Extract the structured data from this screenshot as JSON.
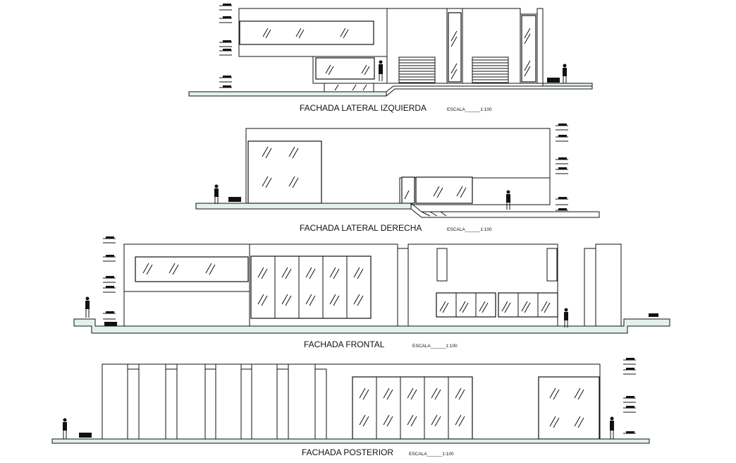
{
  "drawing": {
    "accent_color": "#e3f1ea",
    "line_color": "#111111",
    "elevations": [
      {
        "title": "FACHADA LATERAL IZQUIERDA",
        "scale": "ESCALA______1:100"
      },
      {
        "title": "FACHADA LATERAL DERECHA",
        "scale": "ESCALA______1:100"
      },
      {
        "title": "FACHADA FRONTAL",
        "scale": "ESCALA______1:100"
      },
      {
        "title": "FACHADA POSTERIOR",
        "scale": "ESCALA______1:100"
      }
    ]
  }
}
